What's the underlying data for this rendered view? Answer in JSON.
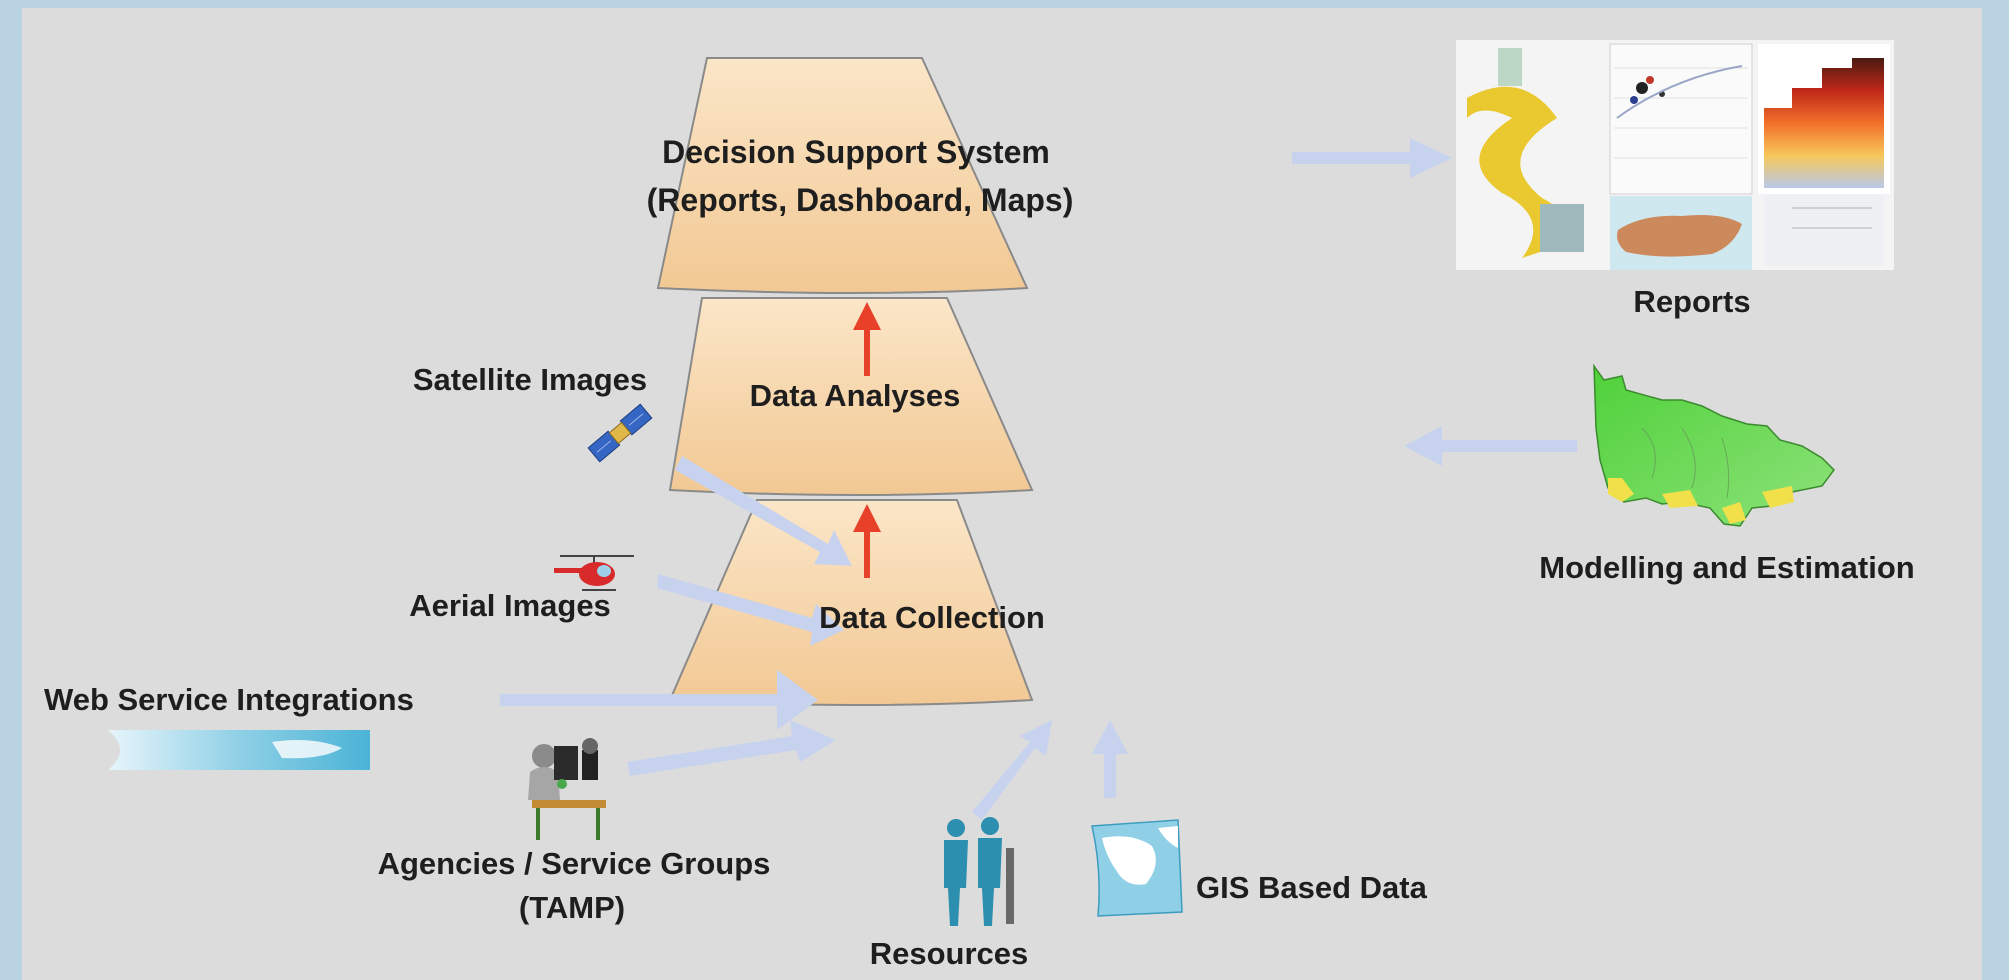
{
  "layers": {
    "top_title": "Decision Support System",
    "top_sub": "(Reports, Dashboard, Maps)",
    "middle": "Data Analyses",
    "bottom": "Data Collection"
  },
  "sources": {
    "satellite": "Satellite Images",
    "aerial": "Aerial Images",
    "web_service": "Web Service Integrations",
    "agencies_line1": "Agencies / Service Groups",
    "agencies_line2": "(TAMP)",
    "resources": "Resources",
    "gis": "GIS Based Data"
  },
  "outputs": {
    "reports": "Reports",
    "modelling": "Modelling and Estimation"
  },
  "colors": {
    "layer_fill": "#f6d6ad",
    "layer_stroke": "#7a7a7a",
    "upward_arrow": "#e8412a",
    "flow_arrow": "#c7d3ee",
    "background": "#dcdcdc"
  }
}
